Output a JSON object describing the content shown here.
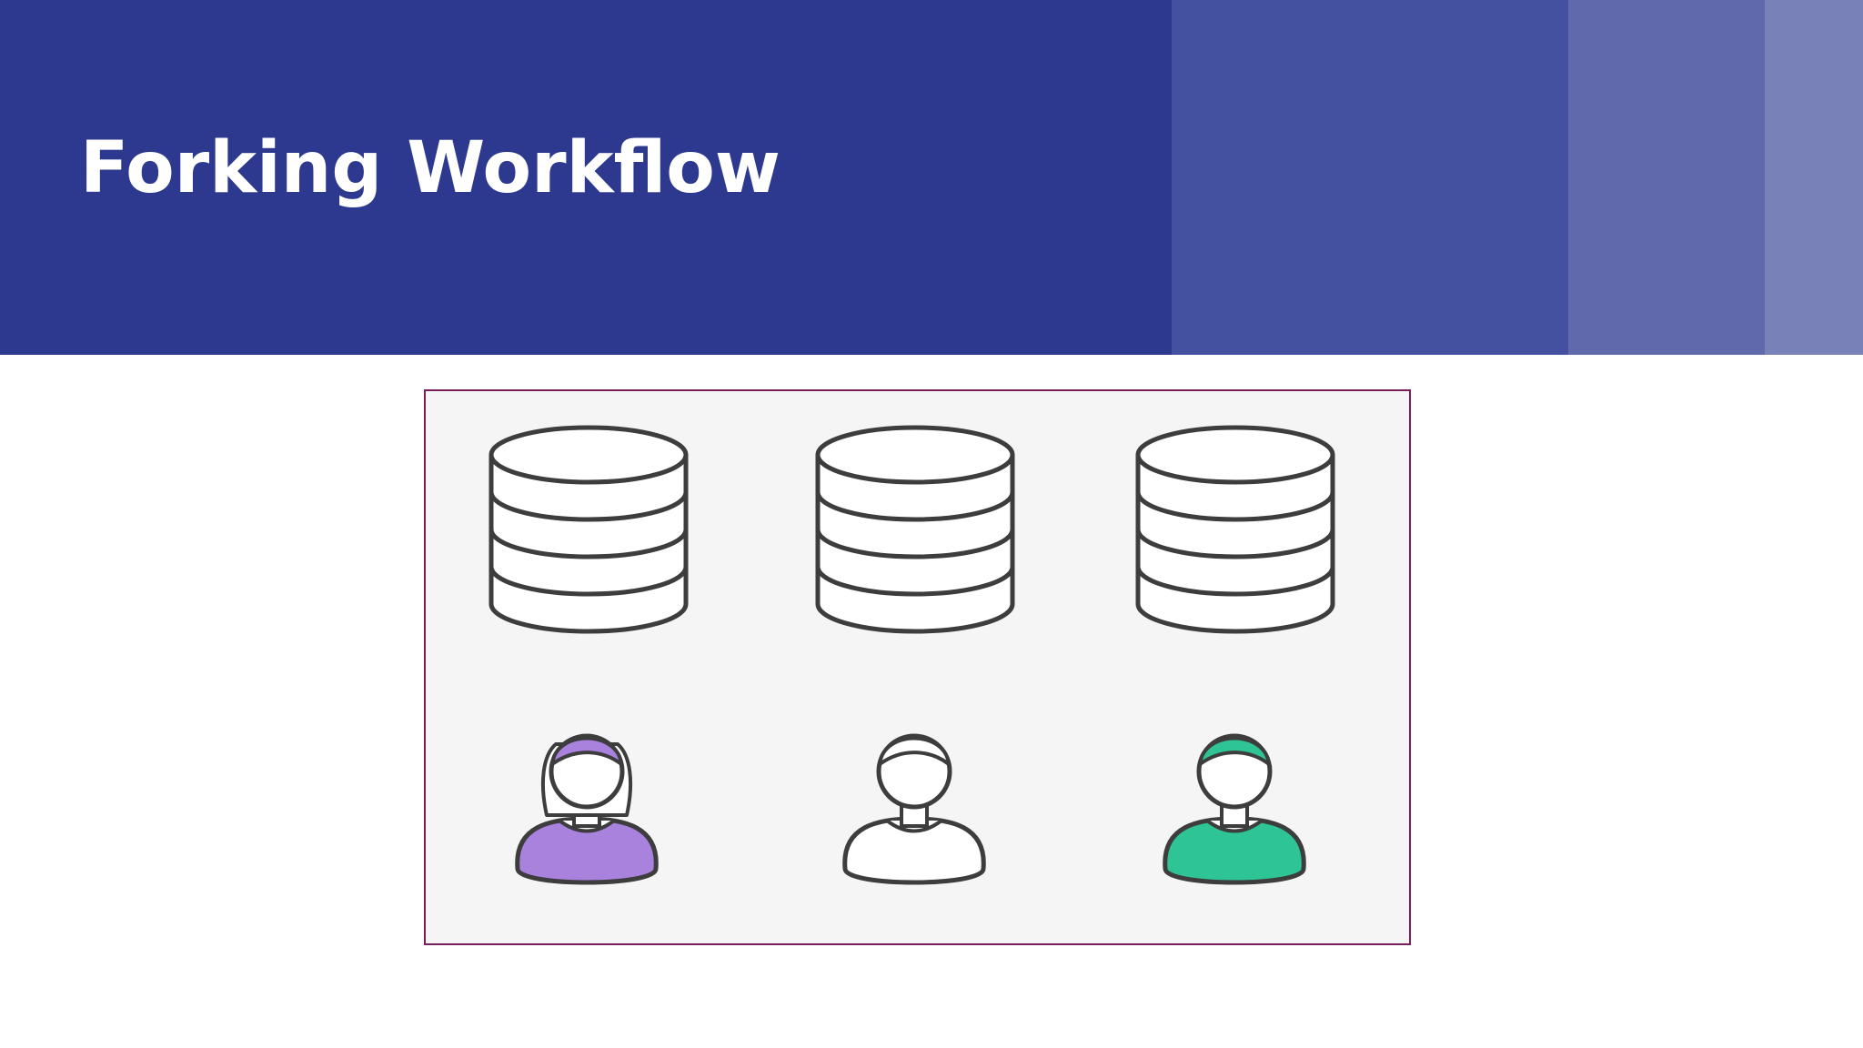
{
  "slide": {
    "title": "Forking Workflow"
  },
  "colors": {
    "header_bg": "#2d398e",
    "header_bands": [
      "#4351a0",
      "#5f69ab",
      "#7882b8"
    ],
    "figure_border": "#7a1d5c",
    "figure_bg": "#f5f5f6",
    "outline": "#3d3d3d"
  },
  "diagram": {
    "repositories": [
      {
        "icon": "database-icon",
        "fill": "#ffffff"
      },
      {
        "icon": "database-icon",
        "fill": "#ffffff"
      },
      {
        "icon": "database-icon",
        "fill": "#ffffff"
      }
    ],
    "developers": [
      {
        "icon": "developer-icon",
        "shirt_color": "#a982dd",
        "hair_color": "#a982dd",
        "hair_style": "long"
      },
      {
        "icon": "developer-icon",
        "shirt_color": "#ffffff",
        "hair_color": "#ffffff",
        "hair_style": "short"
      },
      {
        "icon": "developer-icon",
        "shirt_color": "#2fc495",
        "hair_color": "#2fc495",
        "hair_style": "short"
      }
    ]
  }
}
